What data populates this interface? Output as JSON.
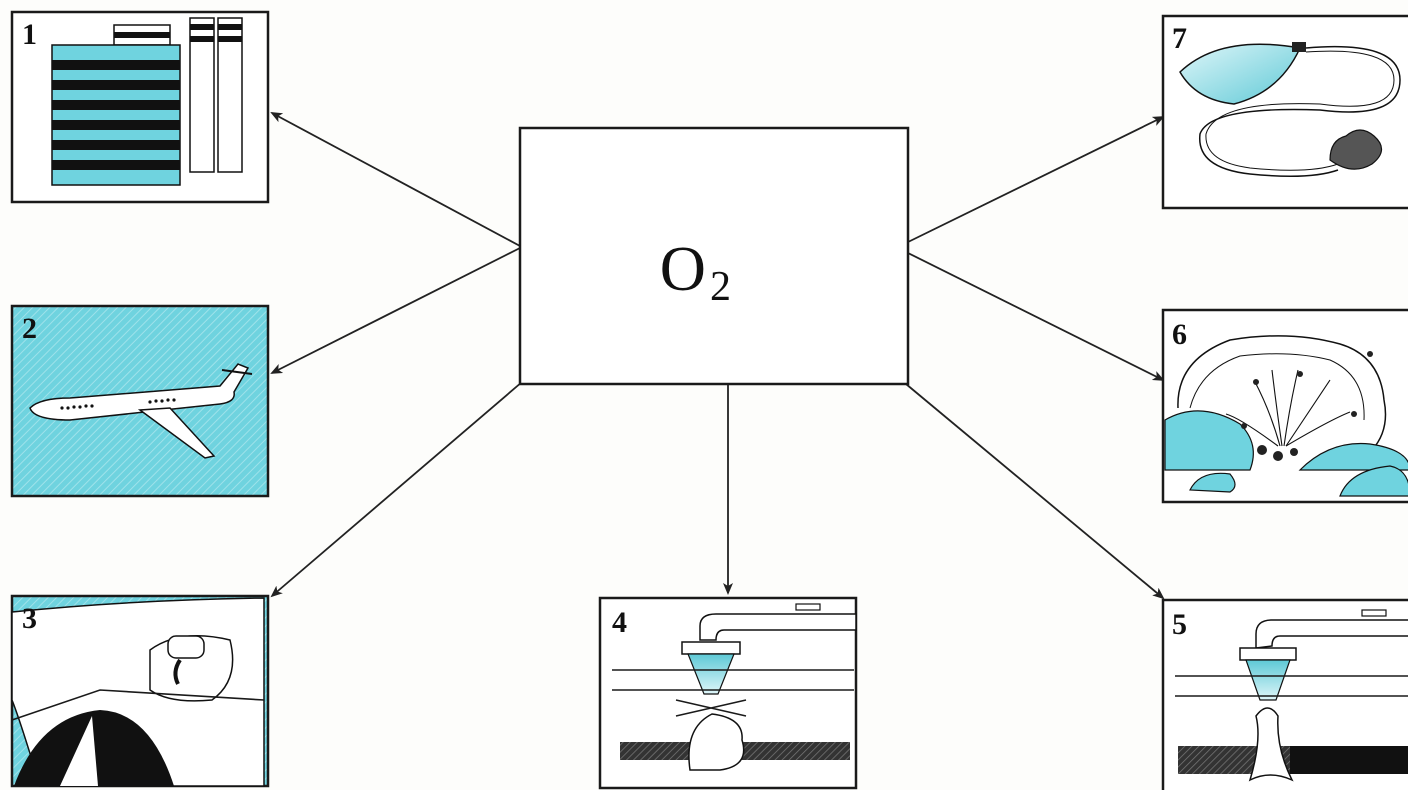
{
  "center": {
    "formula_main": "O",
    "formula_sub": "2"
  },
  "panels": [
    {
      "number": "1",
      "subject": "building"
    },
    {
      "number": "2",
      "subject": "airplane"
    },
    {
      "number": "3",
      "subject": "pilot-oxygen-mask"
    },
    {
      "number": "4",
      "subject": "welding-torch"
    },
    {
      "number": "5",
      "subject": "cutting-torch"
    },
    {
      "number": "6",
      "subject": "explosion"
    },
    {
      "number": "7",
      "subject": "oxygen-cushion"
    }
  ],
  "colors": {
    "accent": "#6fd3df",
    "accent_light": "#bdebf0",
    "ink": "#1a1a1a",
    "paper": "#fdfdfb"
  }
}
